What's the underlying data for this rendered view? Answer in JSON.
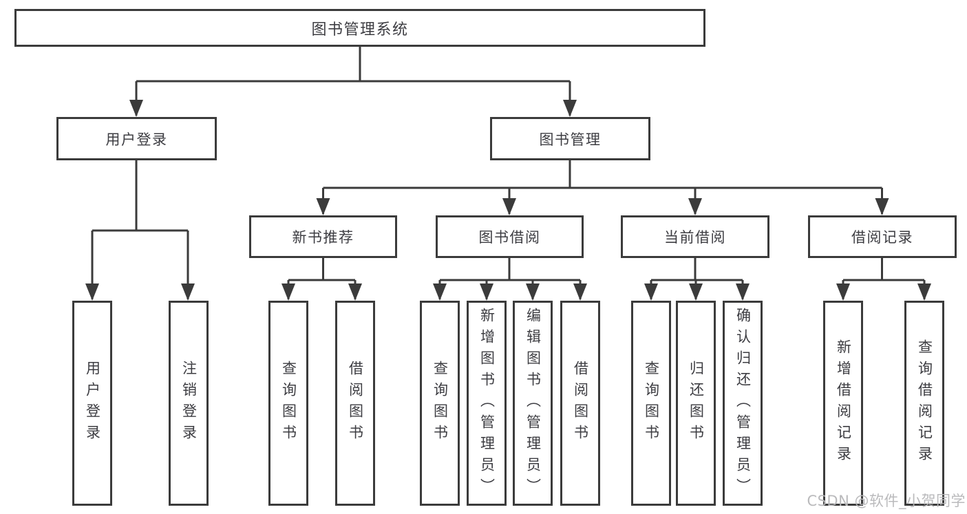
{
  "diagram": {
    "title": "图书管理系统",
    "tree": {
      "root": {
        "label": "图书管理系统"
      },
      "branches": [
        {
          "label": "用户登录",
          "children": [
            {
              "label": "用户登录"
            },
            {
              "label": "注销登录"
            }
          ]
        },
        {
          "label": "图书管理",
          "children": [
            {
              "label": "新书推荐",
              "children": [
                {
                  "label": "查询图书"
                },
                {
                  "label": "借阅图书"
                }
              ]
            },
            {
              "label": "图书借阅",
              "children": [
                {
                  "label": "查询图书"
                },
                {
                  "label": "新增图书（管理员）"
                },
                {
                  "label": "编辑图书（管理员）"
                },
                {
                  "label": "借阅图书"
                }
              ]
            },
            {
              "label": "当前借阅",
              "children": [
                {
                  "label": "查询图书"
                },
                {
                  "label": "归还图书"
                },
                {
                  "label": "确认归还（管理员）"
                }
              ]
            },
            {
              "label": "借阅记录",
              "children": [
                {
                  "label": "新增借阅记录"
                },
                {
                  "label": "查询借阅记录"
                }
              ]
            }
          ]
        }
      ]
    }
  },
  "watermark": {
    "text": "CSDN @软件_小贺同学"
  },
  "colors": {
    "line": "#3b3b3b",
    "box_border": "#3b3b3b",
    "text": "#3d3d42",
    "watermark": "#b6b6b8",
    "background": "#ffffff"
  }
}
